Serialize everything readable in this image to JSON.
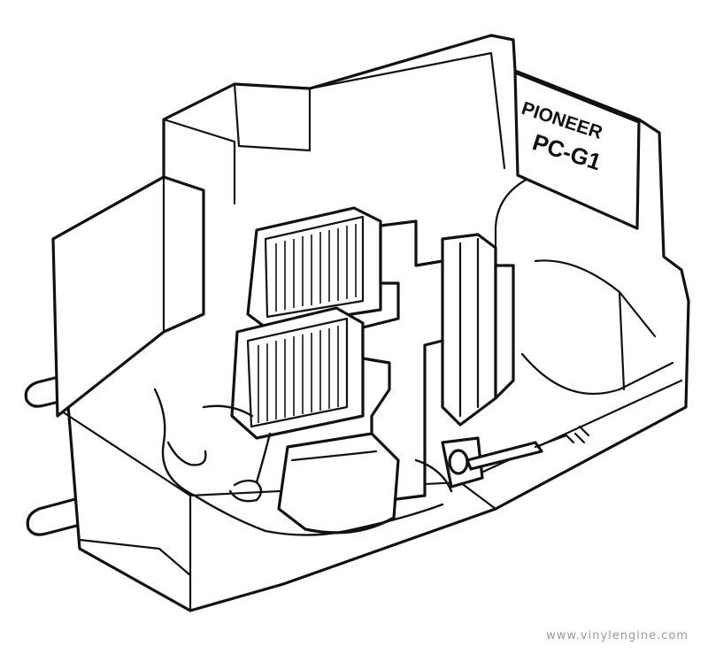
{
  "label": {
    "brand": "PIONEER",
    "model": "PC-G1"
  },
  "watermark": "www.vinylengine.com",
  "colors": {
    "ink": "#111111",
    "paper": "#ffffff",
    "watermark": "#9a9a9a"
  }
}
